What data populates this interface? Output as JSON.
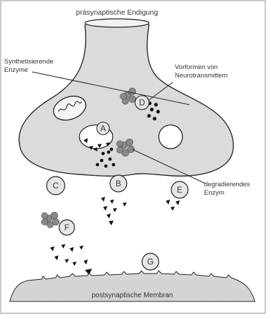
{
  "title": "präsynaptische Endigung",
  "labels": {
    "synth_line1": "Synthetisierende",
    "synth_line2": "Enzyme",
    "vorform_line1": "Vorformen von",
    "vorform_line2": "Neurotransmittern",
    "degrad_line1": "degradierendes",
    "degrad_line2": "Enzym",
    "membrane": "postsynaptische Membran"
  },
  "letters": {
    "A": "A",
    "B": "B",
    "C": "C",
    "D": "D",
    "E": "E",
    "F": "F",
    "G": "G"
  },
  "colors": {
    "background": "#ffffff",
    "frame": "#c8c8c8",
    "terminal_fill": "#dedede",
    "membrane_fill": "#d6d6d6",
    "ink": "#222222"
  }
}
